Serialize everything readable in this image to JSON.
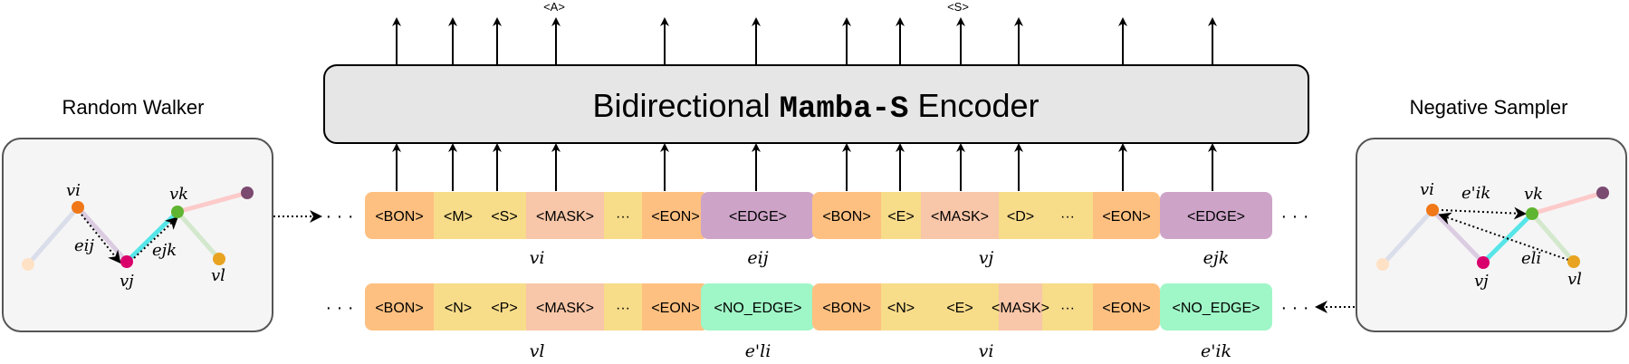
{
  "encoder": {
    "prefix": "Bidirectional",
    "model": "Mamba-S",
    "suffix": "Encoder",
    "top_labels": [
      "<A>",
      "<S>"
    ]
  },
  "random_walker": {
    "title": "Random Walker",
    "nodes": [
      "vi",
      "vj",
      "vk",
      "vl"
    ],
    "edges": [
      "eij",
      "ejk"
    ]
  },
  "negative_sampler": {
    "title": "Negative Sampler",
    "nodes": [
      "vi",
      "vj",
      "vk",
      "vl"
    ],
    "edges": [
      "e'ik",
      "eli"
    ]
  },
  "row1": {
    "groups": [
      {
        "tokens": [
          "<BON>",
          "<M>",
          "<S>",
          "<MASK>",
          "···",
          "<EON>"
        ],
        "label": "vi"
      },
      {
        "tokens": [
          "<EDGE>"
        ],
        "label": "eij"
      },
      {
        "tokens": [
          "<BON>",
          "<E>",
          "<MASK>",
          "<D>",
          "···",
          "<EON>"
        ],
        "label": "vj"
      },
      {
        "tokens": [
          "<EDGE>"
        ],
        "label": "ejk"
      }
    ],
    "ellipsis": "· · ·"
  },
  "row2": {
    "groups": [
      {
        "tokens": [
          "<BON>",
          "<N>",
          "<P>",
          "<MASK>",
          "···",
          "<EON>"
        ],
        "label": "vl"
      },
      {
        "tokens": [
          "<NO_EDGE>"
        ],
        "label": "e'li"
      },
      {
        "tokens": [
          "<BON>",
          "<N>",
          "<E>",
          "<MASK>",
          "···",
          "<EON>"
        ],
        "label": "vi"
      },
      {
        "tokens": [
          "<NO_EDGE>"
        ],
        "label": "e'ik"
      }
    ],
    "ellipsis": "· · ·"
  },
  "colors": {
    "bon": "#FEC080",
    "mid": "#F7DC8A",
    "mask": "#F8C6A8",
    "edge": "#CDA4C8",
    "no_edge": "#9FF6C7",
    "encoder_fill": "#E6E6E6",
    "panel_fill": "#F5F5F5",
    "node_orange": "#F07818",
    "node_pink": "#D9006C",
    "node_green": "#5FB431",
    "node_yellow": "#E8A320",
    "node_purple": "#7B4A70",
    "node_peach": "#FFE2C6"
  }
}
